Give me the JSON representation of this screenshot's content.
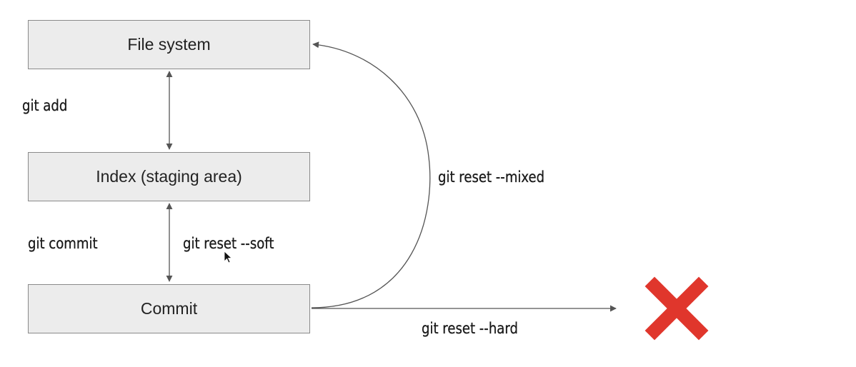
{
  "diagram": {
    "nodes": {
      "file_system": "File system",
      "index": "Index (staging area)",
      "commit": "Commit"
    },
    "labels": {
      "git_add": "git add",
      "git_commit": "git commit",
      "git_reset_soft": "git reset --soft",
      "git_reset_mixed": "git reset --mixed",
      "git_reset_hard": "git reset --hard"
    },
    "colors": {
      "box_fill": "#ececec",
      "box_border": "#8a8a8a",
      "arrow": "#555555",
      "cross": "#e0362c"
    },
    "icons": {
      "discard": "red-cross-icon",
      "pointer": "mouse-cursor-icon"
    }
  }
}
